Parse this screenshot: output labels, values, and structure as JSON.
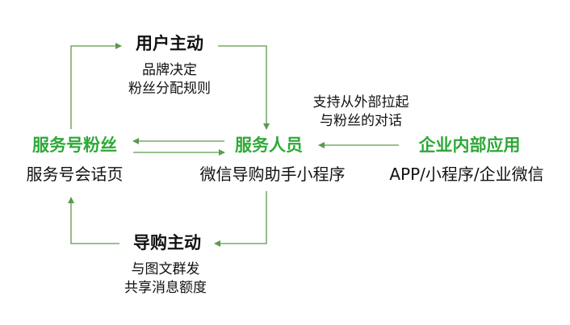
{
  "nodes": {
    "user_active": {
      "title": "用户主动",
      "desc_line1": "品牌决定",
      "desc_line2": "粉丝分配规则"
    },
    "service_fans": {
      "title": "服务号粉丝",
      "desc": "服务号会话页"
    },
    "service_staff": {
      "title": "服务人员",
      "desc": "微信导购助手小程序"
    },
    "enterprise_app": {
      "title": "企业内部应用",
      "desc": "APP/小程序/企业微信"
    },
    "guide_active": {
      "title": "导购主动",
      "desc_line1": "与图文群发",
      "desc_line2": "共享消息额度"
    }
  },
  "edge_labels": {
    "external_line1": "支持从外部拉起",
    "external_line2": "与粉丝的对话"
  },
  "colors": {
    "accent_green": "#2ea836",
    "arrow_green": "#5a9a4a",
    "text": "#111111"
  }
}
